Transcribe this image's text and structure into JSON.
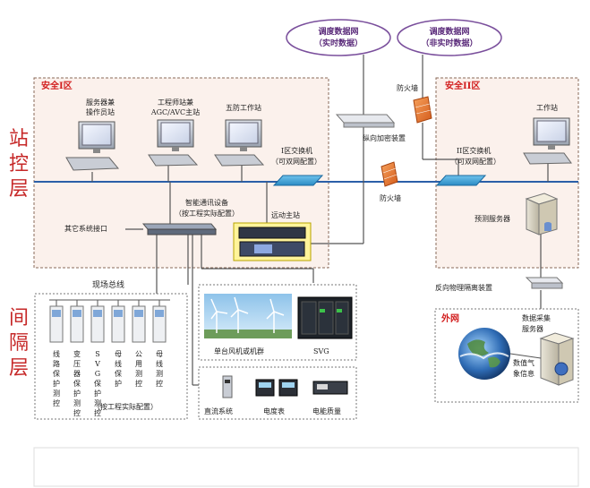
{
  "dispatch_realtime": {
    "line1": "调度数据网",
    "line2": "（实时数据）"
  },
  "dispatch_nonrealtime": {
    "line1": "调度数据网",
    "line2": "（非实时数据）"
  },
  "side_labels": {
    "station": [
      "站",
      "控",
      "层"
    ],
    "bay": [
      "间",
      "隔",
      "层"
    ]
  },
  "zone1": {
    "title": "安全I区"
  },
  "zone2": {
    "title": "安全II区"
  },
  "workstations": {
    "server_operator": [
      "服务器兼",
      "操作员站"
    ],
    "engineer": [
      "工程师站兼",
      "AGC/AVC主站"
    ],
    "five_prevention": [
      "五防工作站"
    ],
    "zone2_ws": [
      "工作站"
    ]
  },
  "switch1": [
    "I区交换机",
    "（可双网配置）"
  ],
  "switch2": [
    "II区交换机",
    "（可双网配置）"
  ],
  "firewall_top": "防火墙",
  "firewall_mid": "防火墙",
  "vertical_encryption": "纵向加密装置",
  "smart_comm": [
    "智能通讯设备",
    "（按工程实际配置）"
  ],
  "telecontrol": "远动主站",
  "other_interface": "其它系统接口",
  "forecast_server": "预测服务器",
  "reverse_isolation": "反向物理隔离装置",
  "external": {
    "title": "外网",
    "server": [
      "数据采集",
      "服务器"
    ],
    "weather": [
      "数值气",
      "象信息"
    ]
  },
  "field_bus": "现场总线",
  "protections": [
    [
      "线",
      "路",
      "保",
      "护",
      "测",
      "控"
    ],
    [
      "变",
      "压",
      "器",
      "保",
      "护",
      "测",
      "控"
    ],
    [
      "S",
      "V",
      "G",
      "保",
      "护",
      "测",
      "控"
    ],
    [
      "母",
      "线",
      "保",
      "护"
    ],
    [
      "公",
      "用",
      "测",
      "控"
    ],
    [
      "母",
      "线",
      "测",
      "控"
    ]
  ],
  "protection_note": "（按工程实际配置）",
  "wind_label": "单台风机或机群",
  "svg_label": "SVG",
  "dc_system": "直流系统",
  "energy_meter": "电度表",
  "power_quality": "电能质量"
}
